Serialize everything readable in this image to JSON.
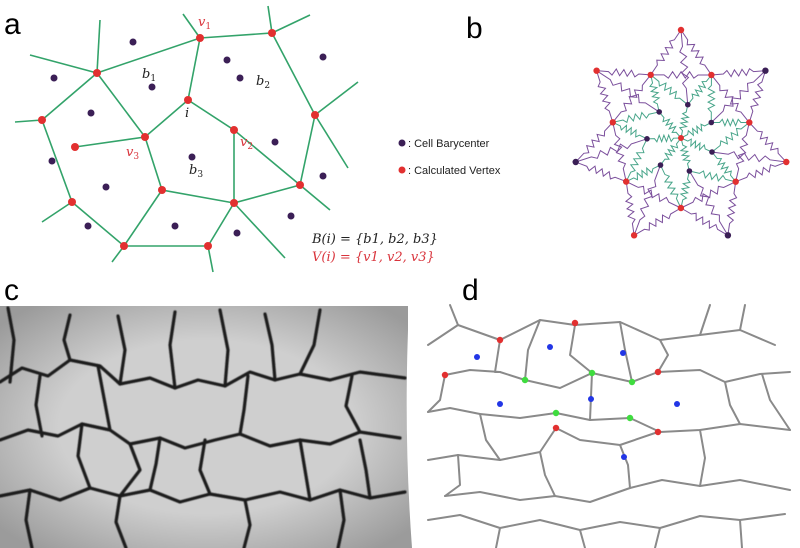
{
  "panels": {
    "a": {
      "letter": "a"
    },
    "b": {
      "letter": "b"
    },
    "c": {
      "letter": "c"
    },
    "d": {
      "letter": "d"
    }
  },
  "panel_a": {
    "labels": {
      "v1": "v",
      "v2": "v",
      "v3": "v",
      "b1": "b",
      "b2": "b",
      "b3": "b",
      "i": "i",
      "sub1": "1",
      "sub2": "2",
      "sub3": "3"
    },
    "legend": {
      "barycenter": ": Cell Barycenter",
      "vertex": ": Calculated Vertex"
    },
    "sets": {
      "B": "B(i) = {b1, b2, b3}",
      "V": "V(i) = {v1, v2, v3}"
    }
  },
  "colors": {
    "edge_green": "#33a36a",
    "vertex_red": "#e23030",
    "barycenter_purple": "#3b1f56",
    "spring_purple": "#7b4f9c",
    "spring_teal": "#48a58a",
    "membrane_dark": "#1a1a1a",
    "trace_gray": "#8a8a8a",
    "dot_blue": "#2236e6",
    "dot_green": "#3fdc3f"
  }
}
